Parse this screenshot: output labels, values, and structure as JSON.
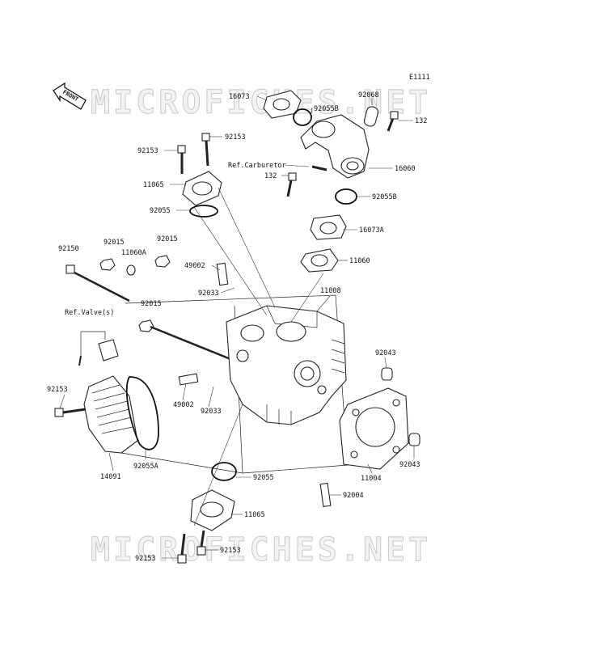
{
  "figure_code": "E1111",
  "front_arrow_text": "FRONT",
  "watermark": "MICROFICHES.NET",
  "labels": {
    "p16073": "16073",
    "p92055B_top": "92055B",
    "p92068": "92068",
    "p132_top": "132",
    "p92153_a": "92153",
    "p92153_b": "92153",
    "ref_carburetor": "Ref.Carburetor",
    "p16060": "16060",
    "p11065_top": "11065",
    "p132_mid": "132",
    "p92055B_mid": "92055B",
    "p92055_top": "92055",
    "p16073A": "16073A",
    "p92150": "92150",
    "p92015_a": "92015",
    "p11060A": "11060A",
    "p92015_b": "92015",
    "p11060": "11060",
    "p49002_top": "49002",
    "p92033_top": "92033",
    "p11008": "11008",
    "ref_valve": "Ref.Valve(s)",
    "p92015_c": "92015",
    "p92043_top": "92043",
    "p92153_left": "92153",
    "p49002_bot": "49002",
    "p92033_bot": "92033",
    "p92055A": "92055A",
    "p14091": "14091",
    "p92043_bot": "92043",
    "p11004": "11004",
    "p92055_bot": "92055",
    "p92004": "92004",
    "p11065_bot": "11065",
    "p92153_c": "92153",
    "p92153_d": "92153"
  }
}
